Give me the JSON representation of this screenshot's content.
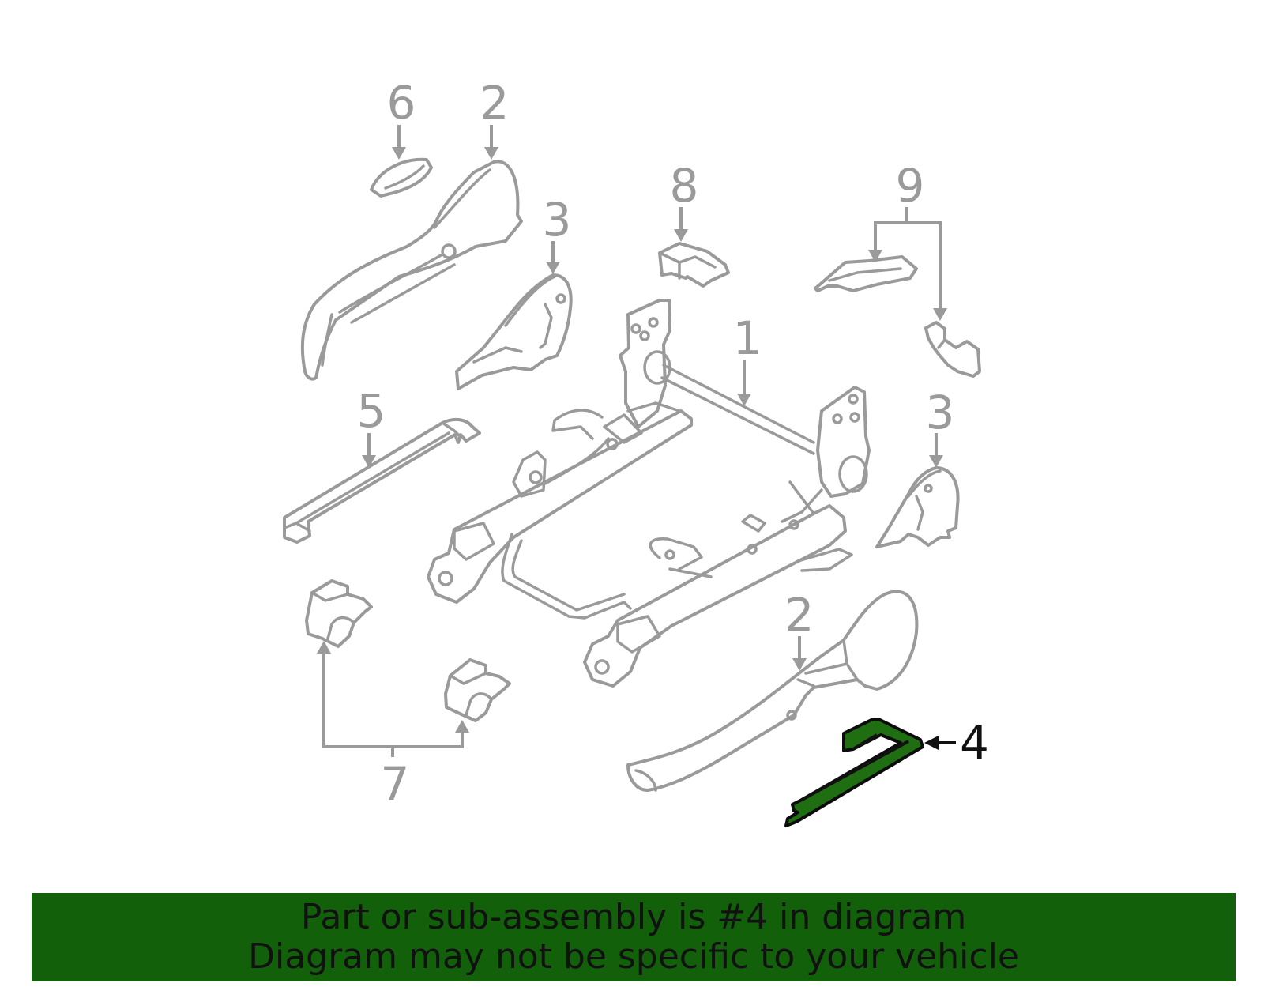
{
  "callouts": {
    "p1": "1",
    "p2_top": "2",
    "p2_bottom": "2",
    "p3_top": "3",
    "p3_right": "3",
    "p4": "4",
    "p5": "5",
    "p6": "6",
    "p7": "7",
    "p8": "8",
    "p9": "9"
  },
  "banner": {
    "line1": "Part or sub-assembly is #4 in diagram",
    "line2": "Diagram may not be specific to your vehicle"
  },
  "colors": {
    "line_gray": "#9a9a9a",
    "highlight_green": "#1f6f12",
    "banner_green": "#12600a",
    "text_black": "#111111"
  },
  "highlighted_part": "4"
}
